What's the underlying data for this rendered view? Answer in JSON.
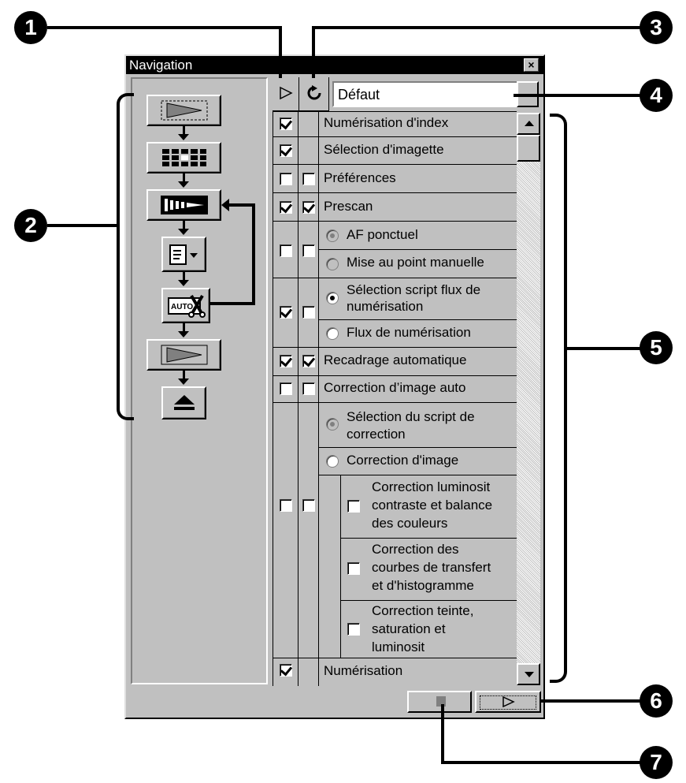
{
  "window": {
    "title": "Navigation",
    "close_label": "×"
  },
  "preset": {
    "value": "Défaut"
  },
  "callouts": [
    "1",
    "2",
    "3",
    "4",
    "5",
    "6",
    "7"
  ],
  "rows": {
    "index_scan": "Numérisation d'index",
    "thumb_select": "Sélection d'imagette",
    "prefs": "Préférences",
    "prescan": "Prescan",
    "af": "AF ponctuel",
    "mf": "Mise au point manuelle",
    "script_flow_1": "Sélection script flux de",
    "script_flow_2": "numérisation",
    "scan_flow": "Flux de numérisation",
    "autocrop": "Recadrage automatique",
    "auto_correct": "Correction d’image auto",
    "corr_script_1": "Sélection du script de",
    "corr_script_2": "correction",
    "img_corr": "Correction d'image",
    "lum_1": "Correction luminosit",
    "lum_2": "contraste et balance",
    "lum_3": "des couleurs",
    "curve_1": "Correction des",
    "curve_2": "courbes de transfert",
    "curve_3": "et d'histogramme",
    "hue_1": "Correction teinte,",
    "hue_2": "saturation et",
    "hue_3": "luminosit",
    "scan": "Numérisation"
  },
  "nav_icons": [
    "index-scan-icon",
    "thumbnail-select-icon",
    "prescan-icon",
    "menu-select-icon",
    "auto-crop-icon",
    "scan-icon",
    "eject-icon"
  ],
  "colors": {
    "window_face": "#c0c0c0",
    "titlebar": "#000000"
  }
}
